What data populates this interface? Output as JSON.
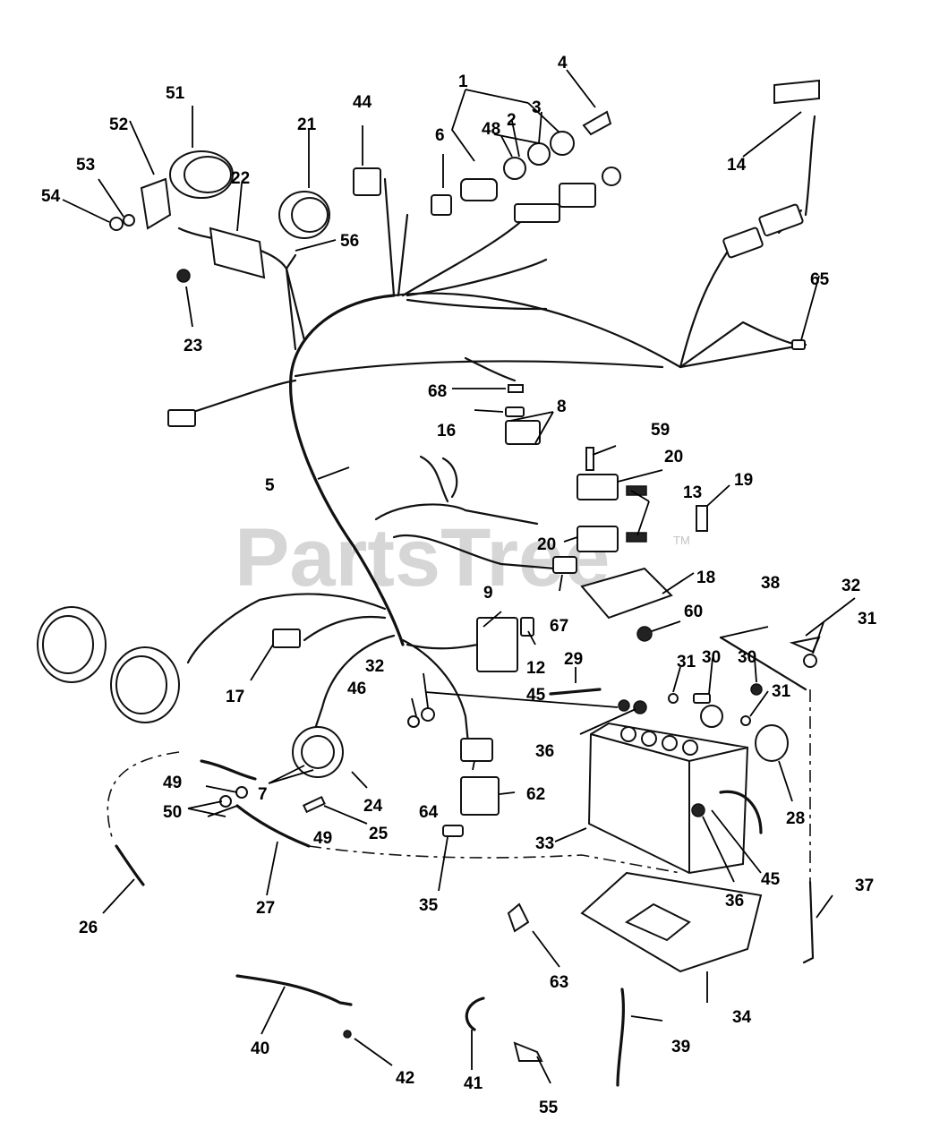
{
  "watermark": {
    "text": "PartsTree",
    "trademark": "TM"
  },
  "callouts": [
    "1",
    "2",
    "3",
    "4",
    "5",
    "6",
    "7",
    "8",
    "9",
    "12",
    "13",
    "14",
    "16",
    "17",
    "18",
    "19",
    "20",
    "21",
    "22",
    "23",
    "24",
    "25",
    "26",
    "27",
    "28",
    "29",
    "30",
    "31",
    "32",
    "33",
    "34",
    "35",
    "36",
    "37",
    "38",
    "39",
    "40",
    "41",
    "42",
    "44",
    "45",
    "46",
    "48",
    "49",
    "50",
    "51",
    "52",
    "53",
    "54",
    "55",
    "56",
    "59",
    "60",
    "62",
    "63",
    "64",
    "65",
    "67",
    "68"
  ],
  "labels": {
    "c1": "1",
    "c2": "2",
    "c3": "3",
    "c4": "4",
    "c5": "5",
    "c6": "6",
    "c7": "7",
    "c8": "8",
    "c9": "9",
    "c12": "12",
    "c13": "13",
    "c14": "14",
    "c16": "16",
    "c17": "17",
    "c18": "18",
    "c19": "19",
    "c20a": "20",
    "c20b": "20",
    "c21": "21",
    "c22": "22",
    "c23": "23",
    "c24": "24",
    "c25": "25",
    "c26": "26",
    "c27": "27",
    "c28": "28",
    "c29": "29",
    "c30a": "30",
    "c30b": "30",
    "c31a": "31",
    "c31b": "31",
    "c31c": "31",
    "c32a": "32",
    "c32b": "32",
    "c33": "33",
    "c34": "34",
    "c35": "35",
    "c36a": "36",
    "c36b": "36",
    "c37": "37",
    "c38": "38",
    "c39": "39",
    "c40": "40",
    "c41": "41",
    "c42": "42",
    "c44": "44",
    "c45a": "45",
    "c45b": "45",
    "c46": "46",
    "c48": "48",
    "c49a": "49",
    "c49b": "49",
    "c50": "50",
    "c51": "51",
    "c52": "52",
    "c53": "53",
    "c54": "54",
    "c55": "55",
    "c56": "56",
    "c59": "59",
    "c60": "60",
    "c62": "62",
    "c63": "63",
    "c64": "64",
    "c65": "65",
    "c67": "67",
    "c68": "68"
  }
}
